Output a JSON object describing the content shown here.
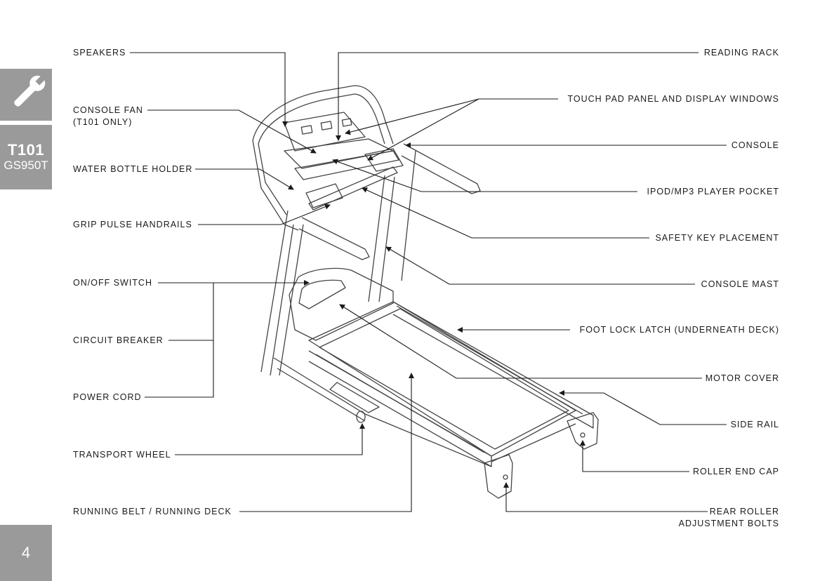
{
  "sidebar": {
    "wrench_icon": "wrench-icon",
    "model_primary": "T101",
    "model_secondary": "GS950T",
    "page_number": "4"
  },
  "labels_left": {
    "speakers": "SPEAKERS",
    "console_fan": "CONSOLE FAN",
    "console_fan_note": "(T101 ONLY)",
    "water_bottle_holder": "WATER BOTTLE HOLDER",
    "grip_pulse_handrails": "GRIP PULSE HANDRAILS",
    "on_off_switch": "ON/OFF SWITCH",
    "circuit_breaker": "CIRCUIT BREAKER",
    "power_cord": "POWER CORD",
    "transport_wheel": "TRANSPORT WHEEL",
    "running_belt": "RUNNING BELT / RUNNING DECK"
  },
  "labels_right": {
    "reading_rack": "READING RACK",
    "touch_pad": "TOUCH PAD PANEL AND DISPLAY WINDOWS",
    "console": "CONSOLE",
    "ipod_pocket": "IPOD/MP3 PLAYER POCKET",
    "safety_key": "SAFETY KEY PLACEMENT",
    "console_mast": "CONSOLE MAST",
    "foot_lock_latch": "FOOT LOCK LATCH (UNDERNEATH DECK)",
    "motor_cover": "MOTOR COVER",
    "side_rail": "SIDE RAIL",
    "roller_end_cap": "ROLLER END CAP",
    "rear_roller_1": "REAR ROLLER",
    "rear_roller_2": "ADJUSTMENT BOLTS"
  },
  "colors": {
    "tab_gray": "#9a9a9a",
    "line": "#1a1a1a",
    "drawing": "#444444"
  }
}
